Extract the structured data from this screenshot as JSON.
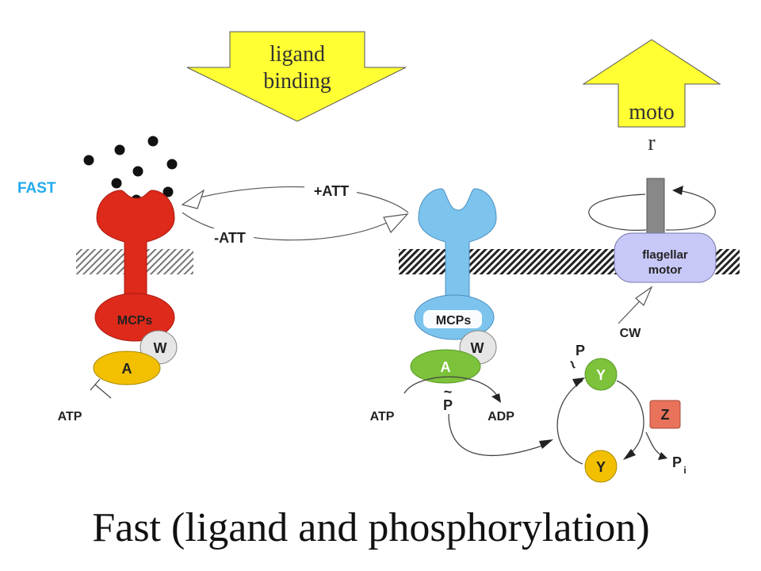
{
  "title": "Fast (ligand and phosphorylation)",
  "fast_label": "FAST",
  "arrows": {
    "ligand_line1": "ligand",
    "ligand_line2": "binding",
    "motor_line1": "moto",
    "motor_line2": "r"
  },
  "transitions": {
    "plus_att": "+ATT",
    "minus_att": "-ATT"
  },
  "left_receptor": {
    "mcps": "MCPs",
    "w": "W",
    "a": "A",
    "atp": "ATP"
  },
  "right_receptor": {
    "mcps": "MCPs",
    "w": "W",
    "a": "A",
    "p": "P",
    "tilde": "~",
    "atp": "ATP",
    "adp": "ADP"
  },
  "motor": {
    "line1": "flagellar",
    "line2": "motor",
    "cw": "CW"
  },
  "cycle": {
    "p": "P",
    "tilde": "~",
    "y_top": "Y",
    "y_bottom": "Y",
    "z": "Z",
    "pi_main": "P",
    "pi_sub": "i"
  },
  "colors": {
    "red_receptor": "#dd2a1a",
    "blue_receptor": "#7cc4ee",
    "w_gray": "#e6e6e6",
    "a_left": "#f2c000",
    "a_right": "#7cc23a",
    "y_green": "#7cc23a",
    "y_yellow": "#f2c000",
    "z_salmon": "#e8725a",
    "motor_lavender": "#c8c8f8",
    "arrow_yellow": "#ffff33",
    "fast_cyan": "#22aaee"
  }
}
